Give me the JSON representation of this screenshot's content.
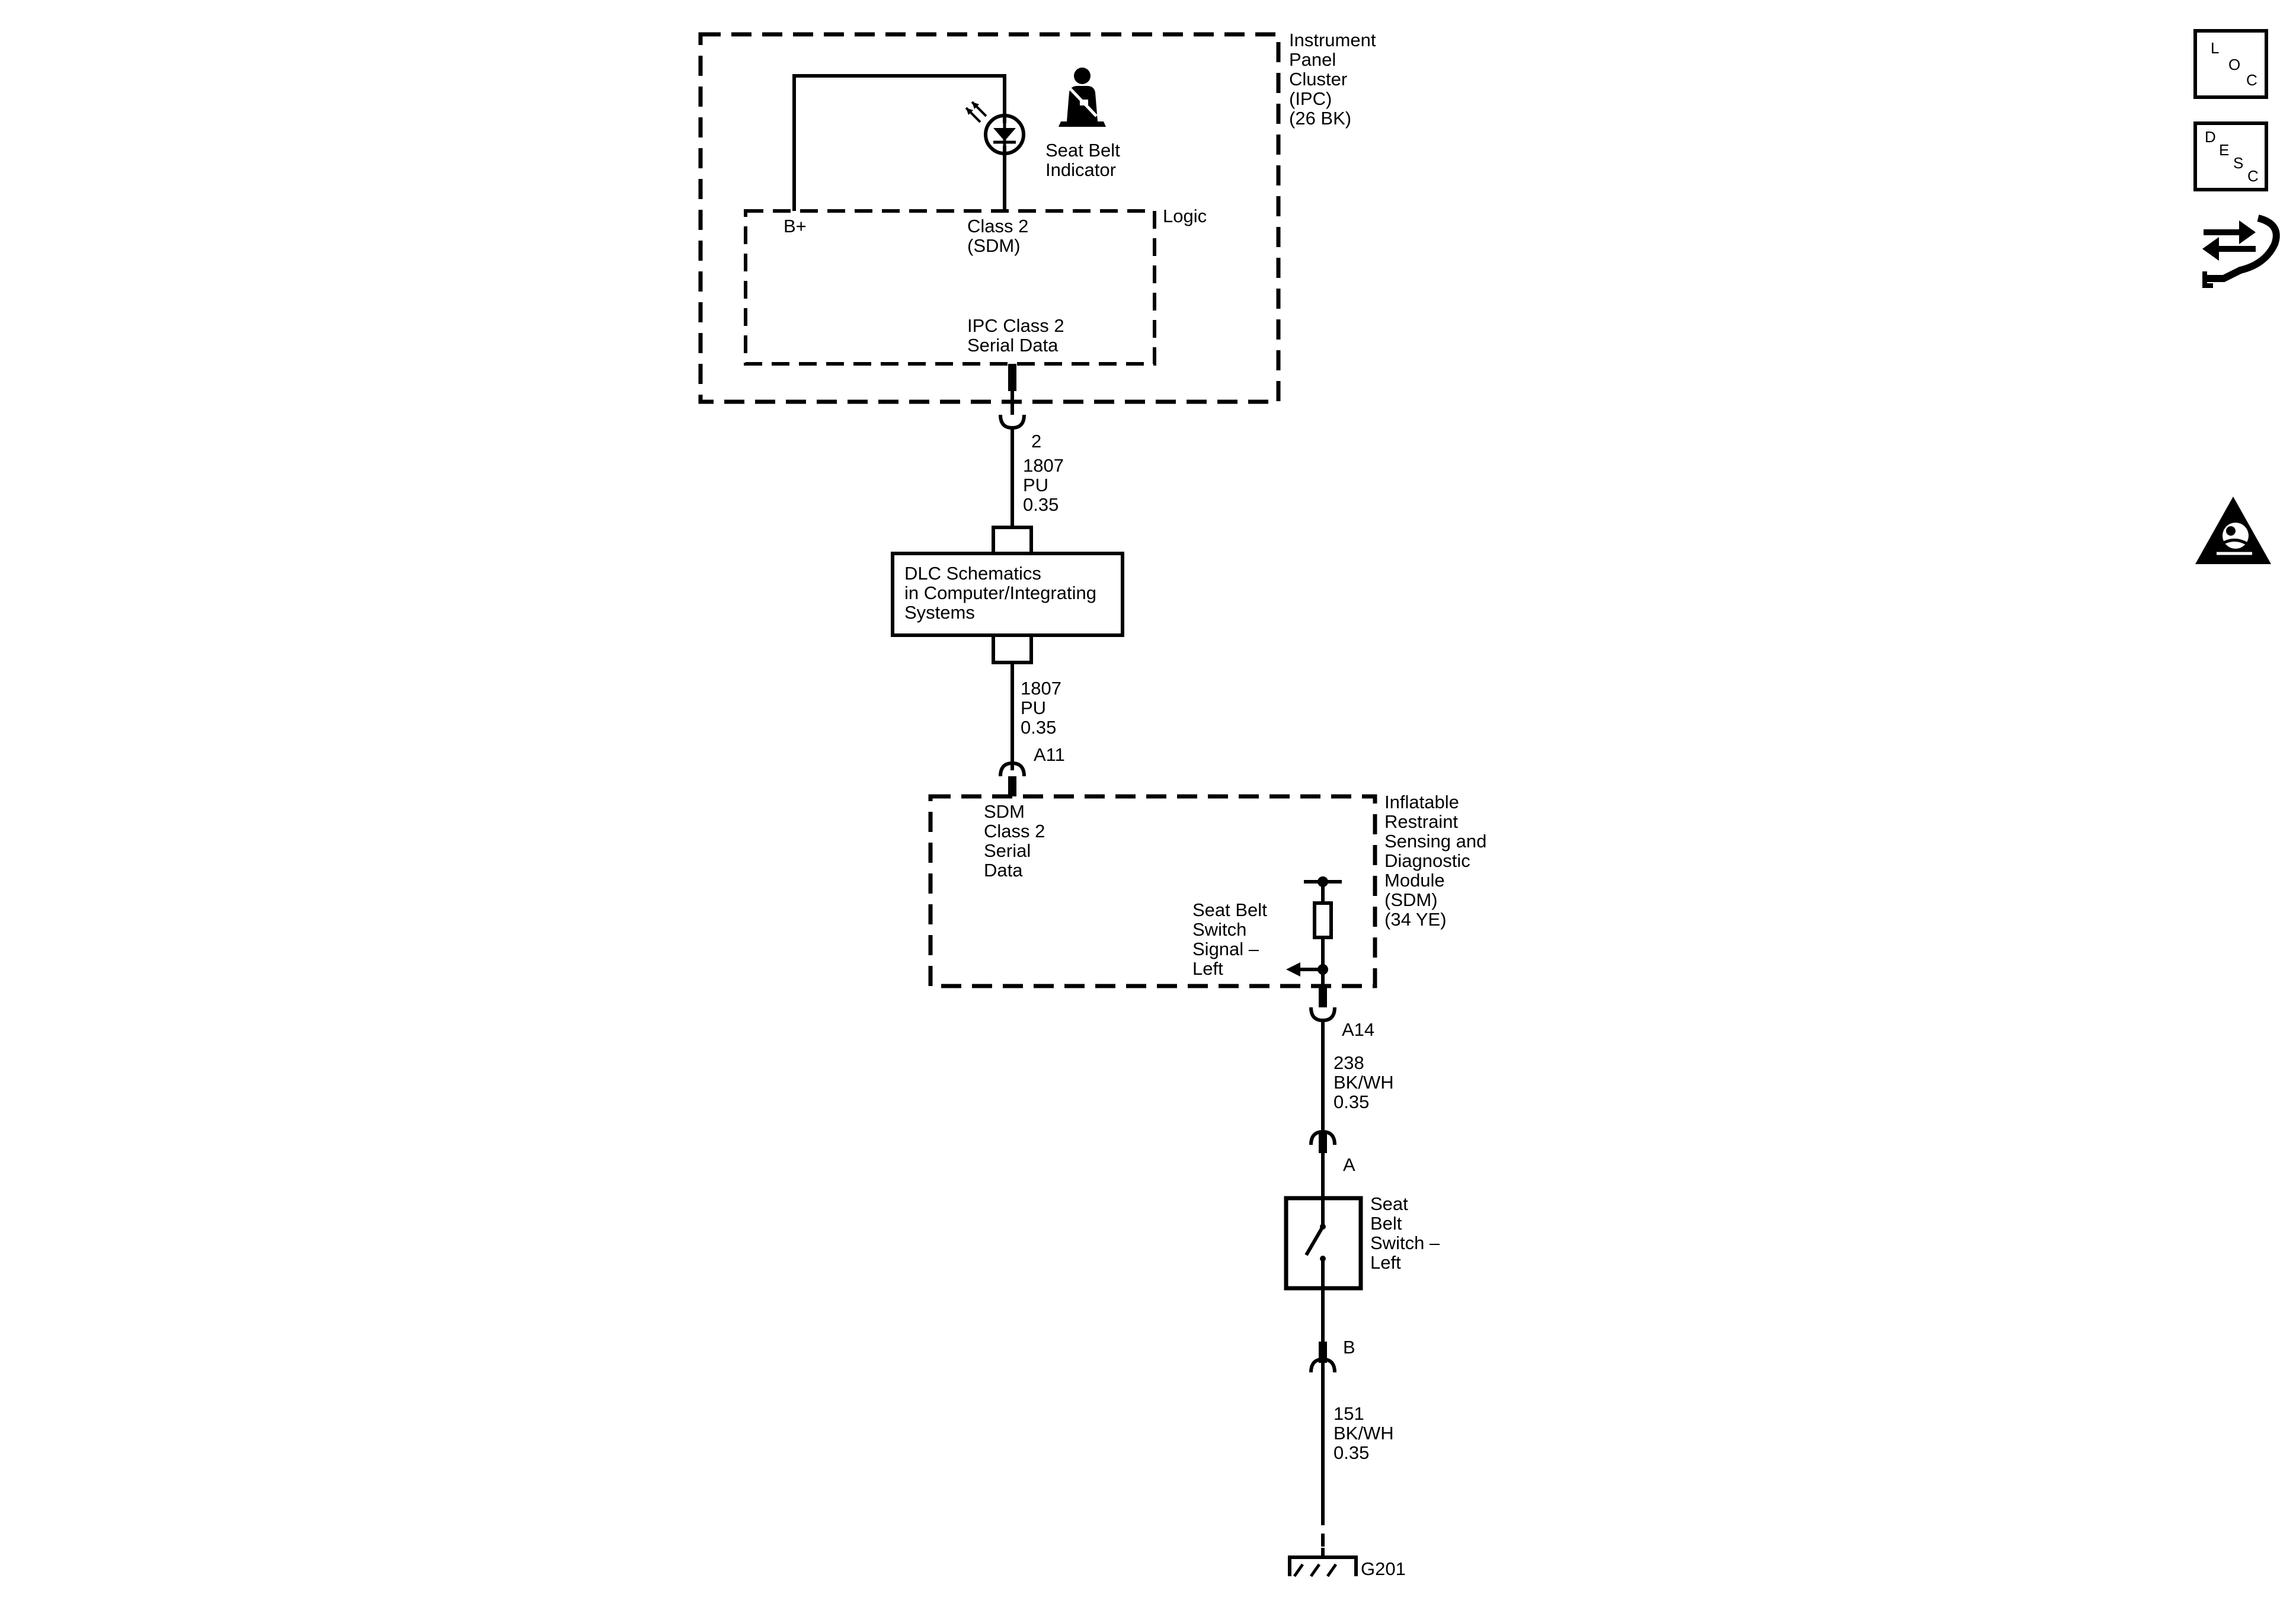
{
  "ipc": {
    "title_lines": [
      "Instrument",
      "Panel",
      "Cluster",
      "(IPC)",
      "(26 BK)"
    ],
    "indicator_label_lines": [
      "Seat Belt",
      "Indicator"
    ],
    "logic_label": "Logic",
    "b_plus": "B+",
    "class2_lines": [
      "Class 2",
      "(SDM)"
    ],
    "serial_lines": [
      "IPC Class 2",
      "Serial Data"
    ]
  },
  "wire_ipc_dlc": {
    "pin": "2",
    "lines": [
      "1807",
      "PU",
      "0.35"
    ]
  },
  "dlc_box": {
    "lines": [
      "DLC Schematics",
      "in Computer/Integrating",
      "Systems"
    ]
  },
  "wire_dlc_sdm": {
    "lines": [
      "1807",
      "PU",
      "0.35"
    ],
    "pin": "A11"
  },
  "sdm": {
    "title_lines": [
      "Inflatable",
      "Restraint",
      "Sensing and",
      "Diagnostic",
      "Module",
      "(SDM)",
      "(34 YE)"
    ],
    "serial_lines": [
      "SDM",
      "Class 2",
      "Serial",
      "Data"
    ],
    "switch_signal_lines": [
      "Seat Belt",
      "Switch",
      "Signal –",
      "Left"
    ]
  },
  "wire_sdm_switch": {
    "pin": "A14",
    "lines": [
      "238",
      "BK/WH",
      "0.35"
    ]
  },
  "seat_belt_switch": {
    "pin_a": "A",
    "label_lines": [
      "Seat",
      "Belt",
      "Switch –",
      "Left"
    ],
    "pin_b": "B"
  },
  "wire_switch_ground": {
    "lines": [
      "151",
      "BK/WH",
      "0.35"
    ]
  },
  "ground": {
    "label": "G201"
  },
  "nav_icons": {
    "loc": [
      "L",
      "O",
      "C"
    ],
    "desc": [
      "D",
      "E",
      "S",
      "C"
    ],
    "diag_icon": "wrench-arrows-icon",
    "warning_icon": "airbag-warning-icon"
  }
}
